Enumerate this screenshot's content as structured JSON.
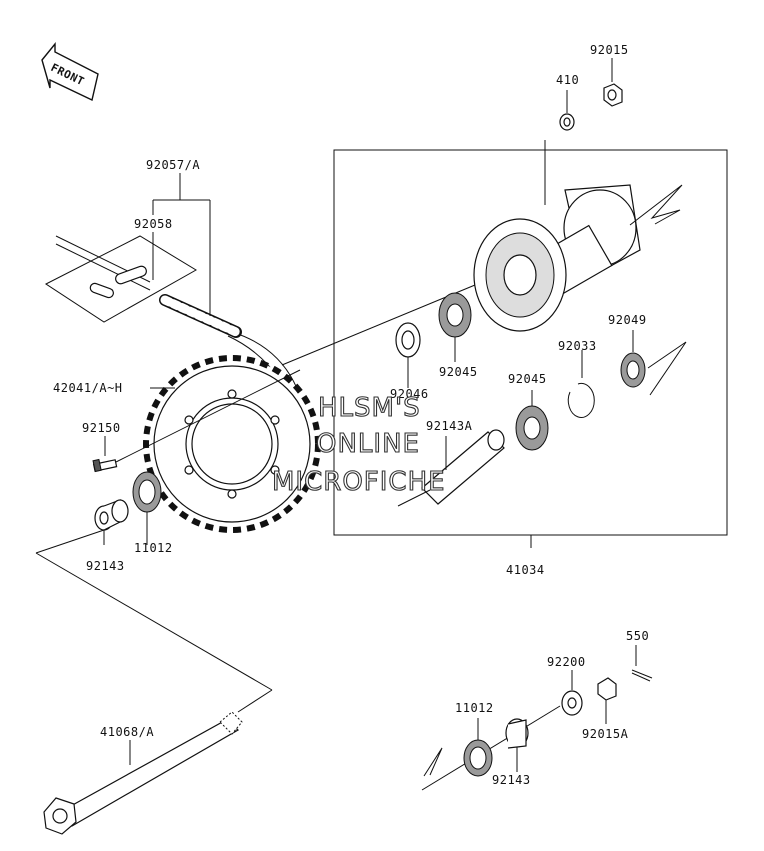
{
  "direction_label": "FRONT",
  "part_numbers": {
    "p92015": "92015",
    "p410": "410",
    "p92057A": "92057/A",
    "p92058": "92058",
    "p42041": "42041/A~H",
    "p92150": "92150",
    "p92143_left": "92143",
    "p11012_left": "11012",
    "p92049": "92049",
    "p92033": "92033",
    "p92045_upper": "92045",
    "p92045_lower": "92045",
    "p92046": "92046",
    "p92143A": "92143A",
    "p41034": "41034",
    "p41068A": "41068/A",
    "p550": "550",
    "p92200": "92200",
    "p11012_right": "11012",
    "p92015A": "92015A",
    "p92143_right": "92143"
  },
  "watermark": {
    "line1": "HLSM'S",
    "line2": "ONLINE",
    "line3": "MICROFICHE"
  }
}
